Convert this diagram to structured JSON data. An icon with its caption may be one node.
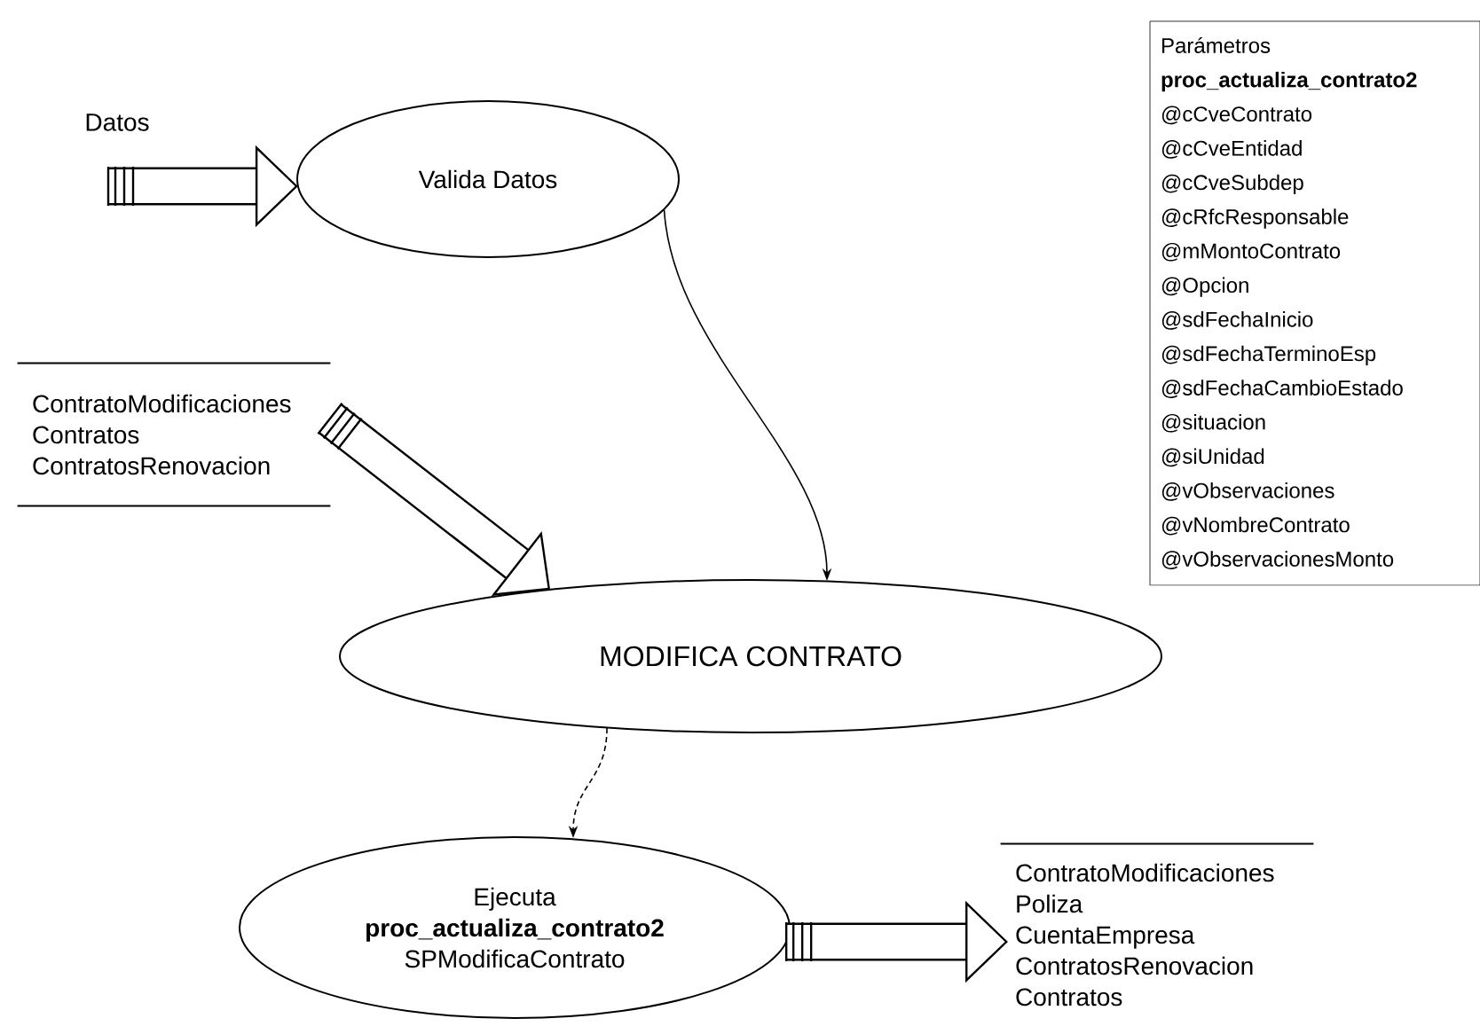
{
  "diagram": {
    "nodes": [
      {
        "text": [
          "Valida Datos"
        ]
      },
      {
        "text": [
          "ContratoModificaciones",
          "Contratos",
          "ContratosRenovacion"
        ]
      },
      {
        "text": [
          "MODIFICA CONTRATO"
        ]
      },
      {
        "text": [
          "Parámetros",
          "proc_actualiza_contrato2",
          "@cCveContrato",
          "@cCveEntidad",
          "@cCveSubdep",
          "@cRfcResponsable",
          "@mMontoContrato",
          "@Opcion",
          "@sdFechaInicio",
          "@sdFechaTerminoEsp",
          "@sdFechaCambioEstado",
          "@situacion",
          "@siUnidad",
          "@vObservaciones",
          "@vNombreContrato",
          "@vObservacionesMonto"
        ]
      },
      {
        "text": [
          "Ejecuta",
          "proc_actualiza_contrato2",
          "SPModificaContrato"
        ]
      },
      {
        "text": [
          "ContratoModificaciones",
          "Poliza",
          "CuentaEmpresa",
          "ContratosRenovacion",
          "Contratos"
        ]
      }
    ],
    "edges": [
      {
        "from": null,
        "to": 0,
        "arrow": "to",
        "label": "Datos"
      },
      {
        "from": 0,
        "to": 2,
        "arrow": "to"
      },
      {
        "from": 1,
        "to": 2,
        "arrow": "to"
      },
      {
        "from": 2,
        "to": 4,
        "arrow": "to",
        "style": "dashed"
      },
      {
        "from": 4,
        "to": 5,
        "arrow": "to"
      }
    ]
  }
}
